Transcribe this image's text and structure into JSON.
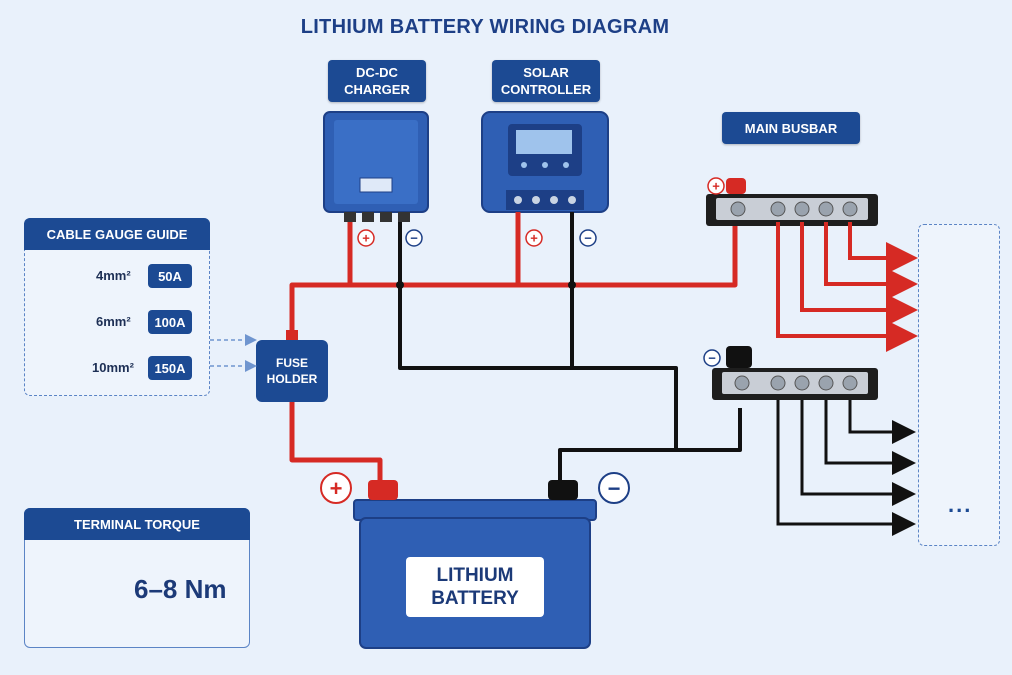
{
  "title": "LITHIUM BATTERY WIRING DIAGRAM",
  "dcdc_charger": {
    "label": "DC-DC\nCHARGER"
  },
  "solar_controller": {
    "label": "SOLAR\nCONTROLLER"
  },
  "main_busbar": {
    "label": "MAIN BUSBAR"
  },
  "cable_gauge_guide": {
    "title": "CABLE GAUGE GUIDE",
    "rows": [
      {
        "gauge": "4mm²",
        "amps": "50A"
      },
      {
        "gauge": "6mm²",
        "amps": "100A"
      },
      {
        "gauge": "10mm²",
        "amps": "150A"
      }
    ]
  },
  "fuse_holder": {
    "label": "FUSE\nHOLDER"
  },
  "battery": {
    "label": "LITHIUM\nBATTERY"
  },
  "terminal_torque": {
    "title": "TERMINAL TORQUE",
    "value": "6–8 Nm"
  },
  "symbols": {
    "positive": "+",
    "negative": "−"
  },
  "loads": {
    "icons": [
      "light-bulb-icon",
      "fridge-icon",
      "fan-icon",
      "outlet-icon"
    ],
    "more": "..."
  },
  "colors": {
    "positive_wire": "#d62a24",
    "negative_wire": "#111111",
    "accent": "#1c4a93",
    "device": "#2f5fb4"
  }
}
